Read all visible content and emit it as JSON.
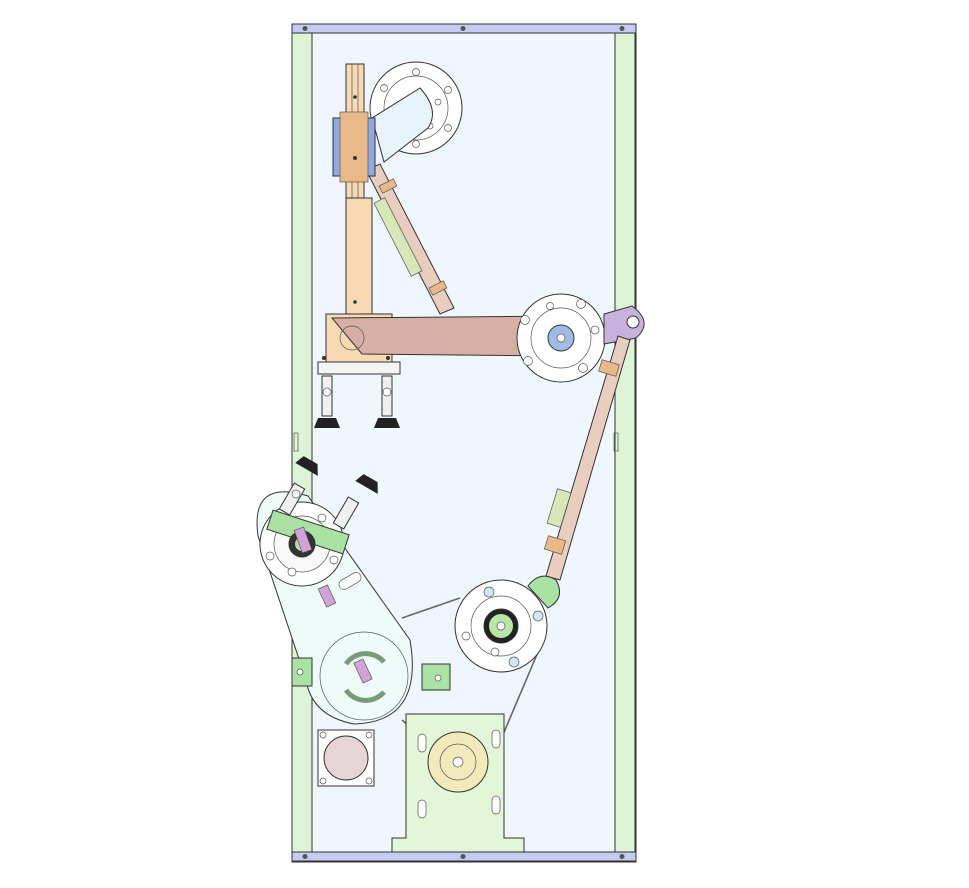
{
  "drawing": {
    "view": "front-elevation",
    "colors": {
      "background": "#ffffff",
      "panel": "#f0f6fd",
      "side_rail": "#dff3d6",
      "top_rail": "#c6cbf1",
      "column": "#f7d9b3",
      "column_dark": "#e9b989",
      "cylinder": "#e8f4fb",
      "main_arm": "#d6b0a4",
      "rod": "#e9cdbf",
      "rod_light": "#d7e7b7",
      "purple_link": "#c8b2dd",
      "swing_arm": "#eefbf9",
      "green_clamp": "#a9e2a3",
      "blue_block": "#90a9de",
      "motor_base": "#e4f6d8",
      "motor_hub": "#f2eaba",
      "sensor_box": "#e6d5d6",
      "suction": "#222222",
      "violet_pin": "#d3a2d8"
    },
    "components": [
      {
        "id": "frame-panel",
        "icon": "frame-panel-icon"
      },
      {
        "id": "top-rail",
        "icon": "rail-icon"
      },
      {
        "id": "bottom-rail",
        "icon": "rail-icon"
      },
      {
        "id": "left-side-rail",
        "icon": "rail-icon"
      },
      {
        "id": "right-side-rail",
        "icon": "rail-icon"
      },
      {
        "id": "upper-cylinder",
        "icon": "cylinder-icon"
      },
      {
        "id": "vertical-column",
        "icon": "column-icon"
      },
      {
        "id": "main-swing-arm",
        "icon": "arm-icon"
      },
      {
        "id": "upper-pivot-flange",
        "icon": "flange-icon"
      },
      {
        "id": "right-pivot-flange",
        "icon": "flange-icon"
      },
      {
        "id": "purple-link",
        "icon": "link-icon"
      },
      {
        "id": "diagonal-rod-upper",
        "icon": "rod-icon"
      },
      {
        "id": "connecting-rod-right",
        "icon": "rod-icon"
      },
      {
        "id": "upper-suction-cups",
        "icon": "suction-cup-icon"
      },
      {
        "id": "lower-swing-arm",
        "icon": "arm-icon"
      },
      {
        "id": "lower-suction-cups",
        "icon": "suction-cup-icon"
      },
      {
        "id": "drive-pulley-flange",
        "icon": "pulley-icon"
      },
      {
        "id": "drive-belt",
        "icon": "belt-icon"
      },
      {
        "id": "motor-mount",
        "icon": "motor-icon"
      },
      {
        "id": "sensor-box",
        "icon": "sensor-icon"
      }
    ]
  }
}
